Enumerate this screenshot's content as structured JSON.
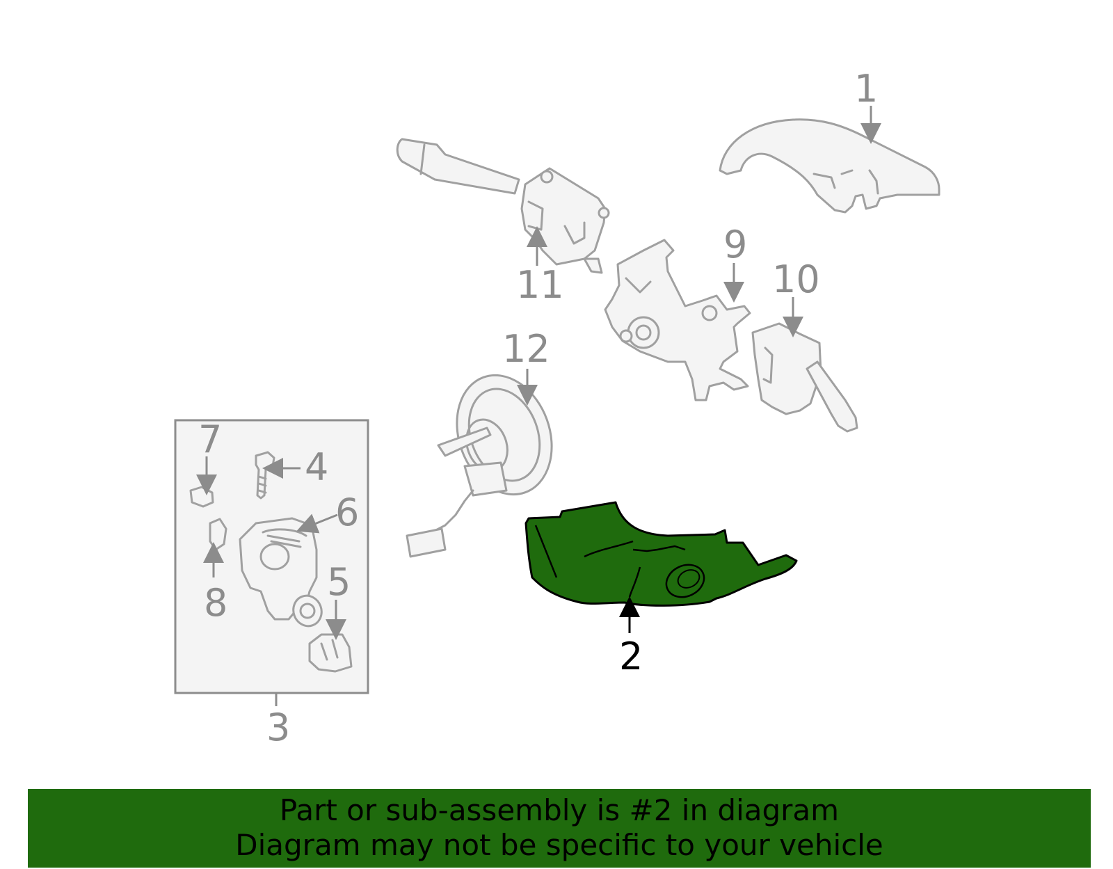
{
  "diagram": {
    "highlight_color": "#1f6b0d",
    "part_stroke_color": "#a0a0a0",
    "callouts": [
      {
        "id": "1",
        "label": "1",
        "highlighted": false
      },
      {
        "id": "2",
        "label": "2",
        "highlighted": true
      },
      {
        "id": "3",
        "label": "3",
        "highlighted": false
      },
      {
        "id": "4",
        "label": "4",
        "highlighted": false
      },
      {
        "id": "5",
        "label": "5",
        "highlighted": false
      },
      {
        "id": "6",
        "label": "6",
        "highlighted": false
      },
      {
        "id": "7",
        "label": "7",
        "highlighted": false
      },
      {
        "id": "8",
        "label": "8",
        "highlighted": false
      },
      {
        "id": "9",
        "label": "9",
        "highlighted": false
      },
      {
        "id": "10",
        "label": "10",
        "highlighted": false
      },
      {
        "id": "11",
        "label": "11",
        "highlighted": false
      },
      {
        "id": "12",
        "label": "12",
        "highlighted": false
      }
    ]
  },
  "banner": {
    "line1": "Part or sub-assembly is #2 in diagram",
    "line2": "Diagram may not be specific to your vehicle",
    "background_color": "#1f6b0d"
  }
}
